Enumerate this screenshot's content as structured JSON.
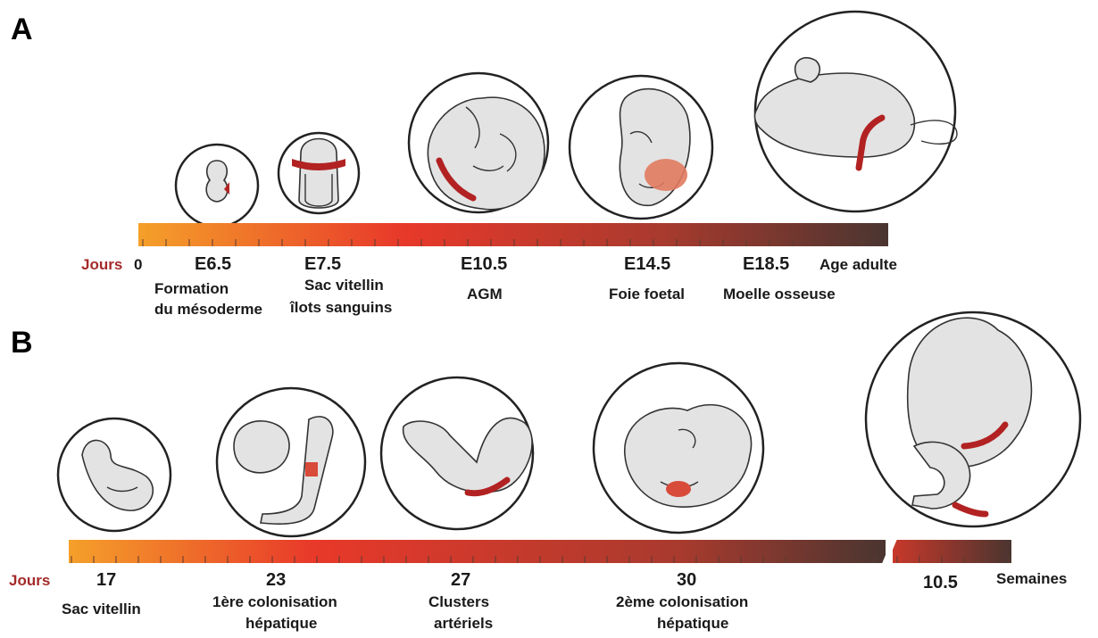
{
  "colors": {
    "bar_start": "#f5a02a",
    "bar_mid": "#e8392a",
    "bar_end": "#4a3530",
    "jours_label": "#a52a2a",
    "hematopoietic_site": "#b22222"
  },
  "panel_a": {
    "letter": "A",
    "axis_label": "Jours",
    "milestones": [
      {
        "tick": "0",
        "caption": []
      },
      {
        "tick": "E6.5",
        "caption": [
          "Formation",
          "du mésoderme"
        ]
      },
      {
        "tick": "E7.5",
        "caption": [
          "Sac vitellin",
          "îlots sanguins"
        ]
      },
      {
        "tick": "E10.5",
        "caption": [
          "AGM"
        ]
      },
      {
        "tick": "E14.5",
        "caption": [
          "Foie foetal"
        ]
      },
      {
        "tick": "E18.5",
        "caption": [
          "Moelle osseuse"
        ]
      },
      {
        "tick": "Age adulte",
        "caption": []
      }
    ]
  },
  "panel_b": {
    "letter": "B",
    "axis_label": "Jours",
    "end_unit": "Semaines",
    "milestones": [
      {
        "tick": "17",
        "caption": [
          "Sac vitellin"
        ]
      },
      {
        "tick": "23",
        "caption": [
          "1ère colonisation",
          "hépatique"
        ]
      },
      {
        "tick": "27",
        "caption": [
          "Clusters",
          "artériels"
        ]
      },
      {
        "tick": "30",
        "caption": [
          "2ème colonisation",
          "hépatique"
        ]
      },
      {
        "tick": "10.5",
        "caption": []
      }
    ]
  }
}
